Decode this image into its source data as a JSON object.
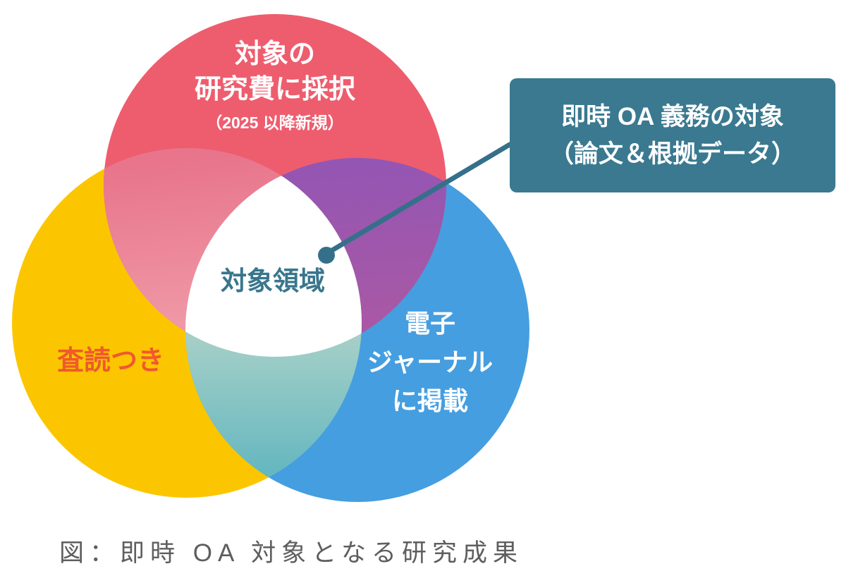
{
  "figure": {
    "caption": "図：即時 OA 対象となる研究成果",
    "circles": {
      "funding": {
        "line1": "対象の",
        "line2": "研究費に採択",
        "note": "（2025 以降新規）"
      },
      "peer_review": {
        "label": "査読つき"
      },
      "e_journal": {
        "line1": "電子",
        "line2": "ジャーナル",
        "line3": "に掲載"
      }
    },
    "center_label": "対象領域",
    "callout": {
      "line1": "即時 OA 義務の対象",
      "line2": "（論文＆根拠データ）"
    }
  },
  "colors": {
    "red": "#EE5D6E",
    "yellow": "#FBC600",
    "blue": "#459EE0",
    "pink_top": "#E8758B",
    "pink_bottom": "#F2A6B1",
    "purple_top": "#9356B3",
    "purple_bottom": "#B159A0",
    "teal_top": "#C2DACB",
    "teal_bottom": "#5FB5BF",
    "center_fill": "#FFFFFF",
    "callout_bg": "#3A7990",
    "connector": "#35708A",
    "center_text": "#39768D",
    "peer_review_text": "#F0592B",
    "caption_text": "#5E5E5E"
  }
}
